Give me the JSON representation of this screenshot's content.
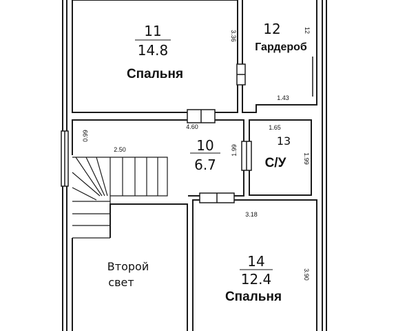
{
  "rooms": {
    "bedroom_top": {
      "number": "11",
      "area": "14.8",
      "name": "Спальня"
    },
    "wardrobe": {
      "number": "12",
      "name": "Гардероб"
    },
    "hall": {
      "number": "10",
      "area": "6.7"
    },
    "bathroom": {
      "number": "13",
      "name": "С/У"
    },
    "second_light": {
      "name_line1": "Второй",
      "name_line2": "свет"
    },
    "bedroom_bottom": {
      "number": "14",
      "area": "12.4",
      "name": "Спальня"
    }
  },
  "dimensions": {
    "bedroom_top_width": "4.60",
    "bedroom_top_height": "3.36",
    "wardrobe_width": "1.43",
    "wardrobe_height": "12",
    "bath_width": "1.65",
    "bath_height": "1.99",
    "hall_height": "1.99",
    "hall_left": "0.99",
    "stair_width": "2.50",
    "bedroom_bottom_width": "3.18",
    "bedroom_bottom_height": "3.90"
  },
  "colors": {
    "wall": "#1a1a1a",
    "background": "#ffffff"
  }
}
